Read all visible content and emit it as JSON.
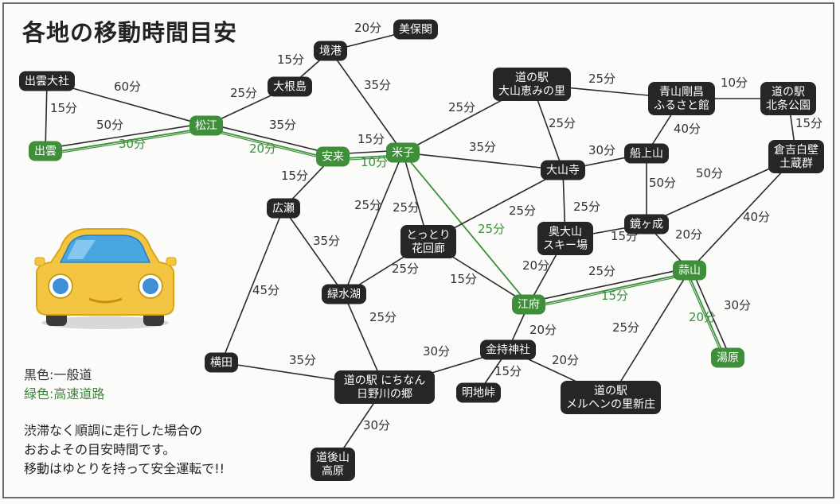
{
  "title": "各地の移動時間目安",
  "legend": {
    "general": "黒色:一般道",
    "highway": "緑色:高速道路"
  },
  "note": [
    "渋滞なく順調に走行した場合の",
    "おおよその目安時間です。",
    "移動はゆとりを持って安全運転で!!"
  ],
  "colors": {
    "general_road": "#2a2a2a",
    "highway": "#3d8f3d",
    "node_dark": "#262626",
    "node_green": "#3f8f3a",
    "car_body": "#f4c542",
    "car_glass": "#4aa6e0"
  },
  "places": [
    {
      "id": "mihonoseki",
      "name": [
        "美保関"
      ],
      "type": "general"
    },
    {
      "id": "sakaiminato",
      "name": [
        "境港"
      ],
      "type": "general"
    },
    {
      "id": "izumotaisha",
      "name": [
        "出雲大社"
      ],
      "type": "general"
    },
    {
      "id": "daikonshima",
      "name": [
        "大根島"
      ],
      "type": "general"
    },
    {
      "id": "matsue",
      "name": [
        "松江"
      ],
      "type": "highway"
    },
    {
      "id": "izumo",
      "name": [
        "出雲"
      ],
      "type": "highway"
    },
    {
      "id": "yasugi",
      "name": [
        "安来"
      ],
      "type": "highway"
    },
    {
      "id": "yonago",
      "name": [
        "米子"
      ],
      "type": "highway"
    },
    {
      "id": "daisen_megumi",
      "name": [
        "道の駅",
        "大山恵みの里"
      ],
      "type": "general"
    },
    {
      "id": "aoyama",
      "name": [
        "青山剛昌",
        "ふるさと館"
      ],
      "type": "general"
    },
    {
      "id": "hokujo",
      "name": [
        "道の駅",
        "北条公園"
      ],
      "type": "general"
    },
    {
      "id": "kurayoshi",
      "name": [
        "倉吉白壁",
        "土蔵群"
      ],
      "type": "general"
    },
    {
      "id": "funanoue",
      "name": [
        "船上山"
      ],
      "type": "general"
    },
    {
      "id": "daisenji",
      "name": [
        "大山寺"
      ],
      "type": "general"
    },
    {
      "id": "hirose",
      "name": [
        "広瀬"
      ],
      "type": "general"
    },
    {
      "id": "tottori_kairo",
      "name": [
        "とっとり",
        "花回廊"
      ],
      "type": "general"
    },
    {
      "id": "okudaisen",
      "name": [
        "奥大山",
        "スキー場"
      ],
      "type": "general"
    },
    {
      "id": "kagaminari",
      "name": [
        "鏡ヶ成"
      ],
      "type": "general"
    },
    {
      "id": "hiruzen",
      "name": [
        "蒜山"
      ],
      "type": "highway"
    },
    {
      "id": "ryokusuiko",
      "name": [
        "緑水湖"
      ],
      "type": "general"
    },
    {
      "id": "kofu",
      "name": [
        "江府"
      ],
      "type": "highway"
    },
    {
      "id": "yubara",
      "name": [
        "湯原"
      ],
      "type": "highway"
    },
    {
      "id": "yokota",
      "name": [
        "横田"
      ],
      "type": "general"
    },
    {
      "id": "kanemochi",
      "name": [
        "金持神社"
      ],
      "type": "general"
    },
    {
      "id": "nichinan",
      "name": [
        "道の駅 にちなん",
        "日野川の郷"
      ],
      "type": "general"
    },
    {
      "id": "myochi",
      "name": [
        "明地峠"
      ],
      "type": "general"
    },
    {
      "id": "meruhen",
      "name": [
        "道の駅",
        "メルヘンの里新庄"
      ],
      "type": "general"
    },
    {
      "id": "dogoyama",
      "name": [
        "道後山",
        "高原"
      ],
      "type": "general"
    }
  ],
  "routes": [
    {
      "from": "sakaiminato",
      "to": "mihonoseki",
      "time": "20分",
      "kind": "general"
    },
    {
      "from": "daikonshima",
      "to": "sakaiminato",
      "time": "15分",
      "kind": "general"
    },
    {
      "from": "matsue",
      "to": "daikonshima",
      "time": "25分",
      "kind": "general"
    },
    {
      "from": "sakaiminato",
      "to": "yonago",
      "time": "35分",
      "kind": "general"
    },
    {
      "from": "izumotaisha",
      "to": "matsue",
      "time": "60分",
      "kind": "general"
    },
    {
      "from": "izumotaisha",
      "to": "izumo",
      "time": "15分",
      "kind": "general"
    },
    {
      "from": "izumo",
      "to": "matsue",
      "time": "50分",
      "kind": "general"
    },
    {
      "from": "izumo",
      "to": "matsue",
      "time": "30分",
      "kind": "highway"
    },
    {
      "from": "matsue",
      "to": "yasugi",
      "time": "35分",
      "kind": "general"
    },
    {
      "from": "matsue",
      "to": "yasugi",
      "time": "20分",
      "kind": "highway"
    },
    {
      "from": "yasugi",
      "to": "yonago",
      "time": "15分",
      "kind": "general"
    },
    {
      "from": "yasugi",
      "to": "yonago",
      "time": "10分",
      "kind": "highway"
    },
    {
      "from": "yonago",
      "to": "daisen_megumi",
      "time": "25分",
      "kind": "general"
    },
    {
      "from": "daisen_megumi",
      "to": "aoyama",
      "time": "25分",
      "kind": "general"
    },
    {
      "from": "aoyama",
      "to": "hokujo",
      "time": "10分",
      "kind": "general"
    },
    {
      "from": "hokujo",
      "to": "kurayoshi",
      "time": "15分",
      "kind": "general"
    },
    {
      "from": "aoyama",
      "to": "funanoue",
      "time": "40分",
      "kind": "general"
    },
    {
      "from": "daisen_megumi",
      "to": "daisenji",
      "time": "25分",
      "kind": "general"
    },
    {
      "from": "yonago",
      "to": "daisenji",
      "time": "35分",
      "kind": "general"
    },
    {
      "from": "daisenji",
      "to": "funanoue",
      "time": "30分",
      "kind": "general"
    },
    {
      "from": "funanoue",
      "to": "kagaminari",
      "time": "50分",
      "kind": "general"
    },
    {
      "from": "kurayoshi",
      "to": "kagaminari",
      "time": "50分",
      "kind": "general"
    },
    {
      "from": "kurayoshi",
      "to": "hiruzen",
      "time": "40分",
      "kind": "general"
    },
    {
      "from": "yasugi",
      "to": "hirose",
      "time": "15分",
      "kind": "general"
    },
    {
      "from": "yonago",
      "to": "ryokusuiko",
      "time": "25分",
      "kind": "general"
    },
    {
      "from": "yonago",
      "to": "tottori_kairo",
      "time": "25分",
      "kind": "general"
    },
    {
      "from": "yonago",
      "to": "kofu",
      "time": "25分",
      "kind": "highway"
    },
    {
      "from": "daisenji",
      "to": "tottori_kairo",
      "time": "25分",
      "kind": "general"
    },
    {
      "from": "daisenji",
      "to": "okudaisen",
      "time": "25分",
      "kind": "general"
    },
    {
      "from": "okudaisen",
      "to": "kagaminari",
      "time": "15分",
      "kind": "general"
    },
    {
      "from": "kagaminari",
      "to": "hiruzen",
      "time": "20分",
      "kind": "general"
    },
    {
      "from": "hirose",
      "to": "ryokusuiko",
      "time": "35分",
      "kind": "general"
    },
    {
      "from": "hirose",
      "to": "yokota",
      "time": "45分",
      "kind": "general"
    },
    {
      "from": "tottori_kairo",
      "to": "ryokusuiko",
      "time": "25分",
      "kind": "general"
    },
    {
      "from": "tottori_kairo",
      "to": "kofu",
      "time": "15分",
      "kind": "general"
    },
    {
      "from": "okudaisen",
      "to": "kofu",
      "time": "20分",
      "kind": "general"
    },
    {
      "from": "kofu",
      "to": "hiruzen",
      "time": "25分",
      "kind": "general"
    },
    {
      "from": "kofu",
      "to": "hiruzen",
      "time": "15分",
      "kind": "highway"
    },
    {
      "from": "hiruzen",
      "to": "yubara",
      "time": "30分",
      "kind": "general"
    },
    {
      "from": "hiruzen",
      "to": "yubara",
      "time": "20分",
      "kind": "highway"
    },
    {
      "from": "ryokusuiko",
      "to": "nichinan",
      "time": "25分",
      "kind": "general"
    },
    {
      "from": "kofu",
      "to": "kanemochi",
      "time": "20分",
      "kind": "general"
    },
    {
      "from": "kanemochi",
      "to": "nichinan",
      "time": "30分",
      "kind": "general"
    },
    {
      "from": "kanemochi",
      "to": "myochi",
      "time": "15分",
      "kind": "general"
    },
    {
      "from": "kanemochi",
      "to": "meruhen",
      "time": "20分",
      "kind": "general"
    },
    {
      "from": "hiruzen",
      "to": "meruhen",
      "time": "25分",
      "kind": "general"
    },
    {
      "from": "yokota",
      "to": "nichinan",
      "time": "35分",
      "kind": "general"
    },
    {
      "from": "nichinan",
      "to": "dogoyama",
      "time": "30分",
      "kind": "general"
    }
  ]
}
